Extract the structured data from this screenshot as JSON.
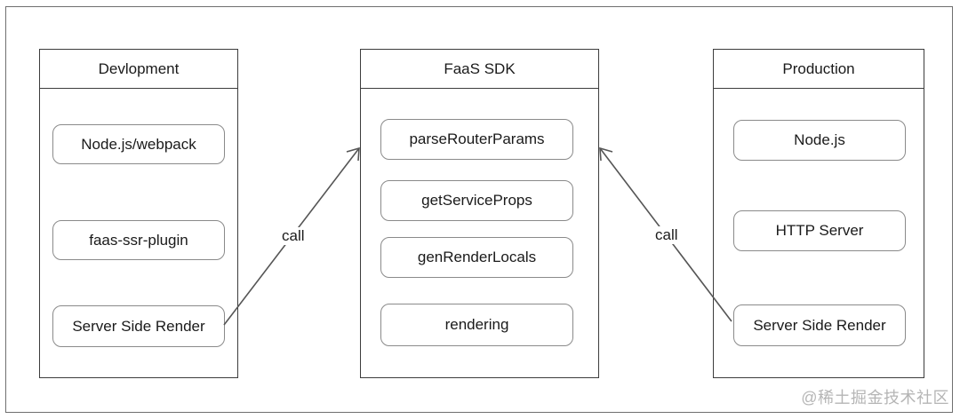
{
  "panels": {
    "development": {
      "title": "Devlopment",
      "items": [
        "Node.js/webpack",
        "faas-ssr-plugin",
        "Server Side Render"
      ]
    },
    "sdk": {
      "title": "FaaS SDK",
      "items": [
        "parseRouterParams",
        "getServiceProps",
        "genRenderLocals",
        "rendering"
      ]
    },
    "production": {
      "title": "Production",
      "items": [
        "Node.js",
        "HTTP Server",
        "Server Side Render"
      ]
    }
  },
  "arrows": {
    "left_label": "call",
    "right_label": "call"
  },
  "watermark": "@稀土掘金技术社区"
}
